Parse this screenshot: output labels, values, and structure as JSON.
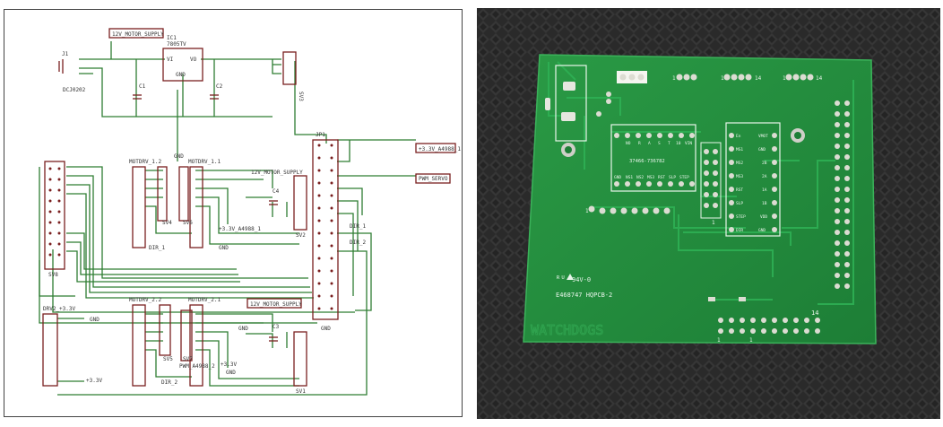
{
  "schematic": {
    "net_labels": {
      "motor_supply_top": "12V_MOTOR_SUPPLY",
      "motor_supply_mid": "12V_MOTOR_SUPPLY",
      "motor_supply_bottom": "12V_MOTOR_SUPPLY",
      "v33_a4988_1": "+3.3V_A4988_1",
      "pwm_servo": "PWM_SERVO",
      "dir_1_right": "DIR_1",
      "dir_2_right": "DIR_2",
      "dir_1_left": "DIR_1",
      "dir_2_left": "DIR_2",
      "v33_a4988_motor1": "+3.3V_A4988_1",
      "pwm_a4988_2": "PWM_A4988_2",
      "v33_bottom_1": "+3.3V",
      "v33_bottom_2": "+3.3V",
      "drv2_v33": "DRV2_+3.3V",
      "gnd_1": "GND",
      "gnd_2": "GND",
      "gnd_3": "GND",
      "gnd_4": "GND",
      "gnd_5": "GND",
      "gnd_6": "GND"
    },
    "parts": {
      "j1": "J1",
      "dcj": "DCJ0202",
      "ic1": "IC1",
      "ic1_part": "7805TV",
      "ic1_vi": "VI",
      "ic1_vo": "VO",
      "ic1_gnd": "GND",
      "c1": "C1",
      "c2": "C2",
      "c3": "C3",
      "c4": "C4",
      "sv1": "SV1",
      "sv2": "SV2",
      "sv3": "SV3",
      "sv4": "SV4",
      "sv5": "SV5",
      "sv6": "SV6",
      "sv7": "SV7",
      "sv8": "SV8",
      "jp1": "JP1",
      "motdrv_12": "MOTDRV_1.2",
      "motdrv_11": "MOTDRV_1.1",
      "motdrv_22": "MOTDRV_2.2",
      "motdrv_21": "MOTDRV_2.1"
    }
  },
  "pcb": {
    "silkscreen": {
      "chip_code": "37466-736782",
      "ul_mark": "94V-0",
      "ul_symbol": "ᴿᵁ",
      "serial": "E468747  HQPCB-2",
      "brand": "WATCHDOGS",
      "pin_14": "14",
      "pin_1a": "1",
      "pin_1b": "1",
      "pin_1c": "1",
      "pin_1d": "1",
      "pin_1e": "1",
      "pin_1f": "1",
      "pin_1g": "1",
      "pin_14b": "14",
      "pin_14c": "14"
    },
    "driver_labels_left": [
      "En",
      "MS1",
      "MS2",
      "MS3",
      "RST",
      "SLP",
      "STEP",
      "DIR"
    ],
    "driver_labels_right": [
      "VMOT",
      "GND",
      "2B",
      "2A",
      "1A",
      "1B",
      "VDD",
      "GND"
    ],
    "header_labels_top": [
      "NO",
      "R",
      "A",
      "S",
      "T",
      "10",
      "VIN"
    ],
    "header_labels_bottom": [
      "GND",
      "NS1",
      "NS2",
      "MS3",
      "RST",
      "SLP",
      "STEP"
    ],
    "colors": {
      "board": "#1f8a3c",
      "silk": "#e8f5ea",
      "pad": "#d8d8d0",
      "background": "#2c2c2c"
    }
  }
}
